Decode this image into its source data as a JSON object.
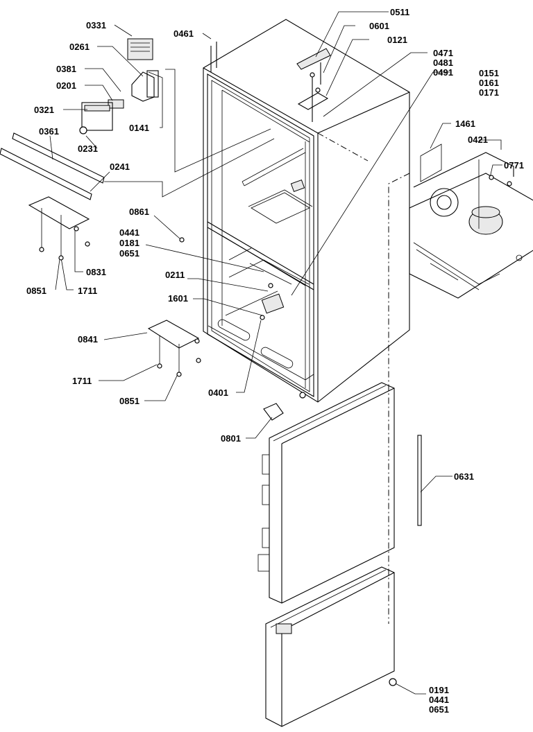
{
  "labels": {
    "l0331": "0331",
    "l0261": "0261",
    "l0381": "0381",
    "l0201": "0201",
    "l0321": "0321",
    "l0231": "0231",
    "l0141": "0141",
    "l0361": "0361",
    "l0241": "0241",
    "l0831": "0831",
    "l0851a": "0851",
    "l1711a": "1711",
    "l0461": "0461",
    "l0511": "0511",
    "l0601": "0601",
    "l0121": "0121",
    "l0471": "0471",
    "l0481": "0481",
    "l0491": "0491",
    "l0151": "0151",
    "l0161": "0161",
    "l0171": "0171",
    "l1461": "1461",
    "l0421": "0421",
    "l0771": "0771",
    "l0861": "0861",
    "l0441a": "0441",
    "l0181": "0181",
    "l0651a": "0651",
    "l0211": "0211",
    "l1601": "1601",
    "l0841": "0841",
    "l1711b": "1711",
    "l0851b": "0851",
    "l0401": "0401",
    "l0801": "0801",
    "l0631": "0631",
    "l0191": "0191",
    "l0441b": "0441",
    "l0651b": "0651"
  }
}
